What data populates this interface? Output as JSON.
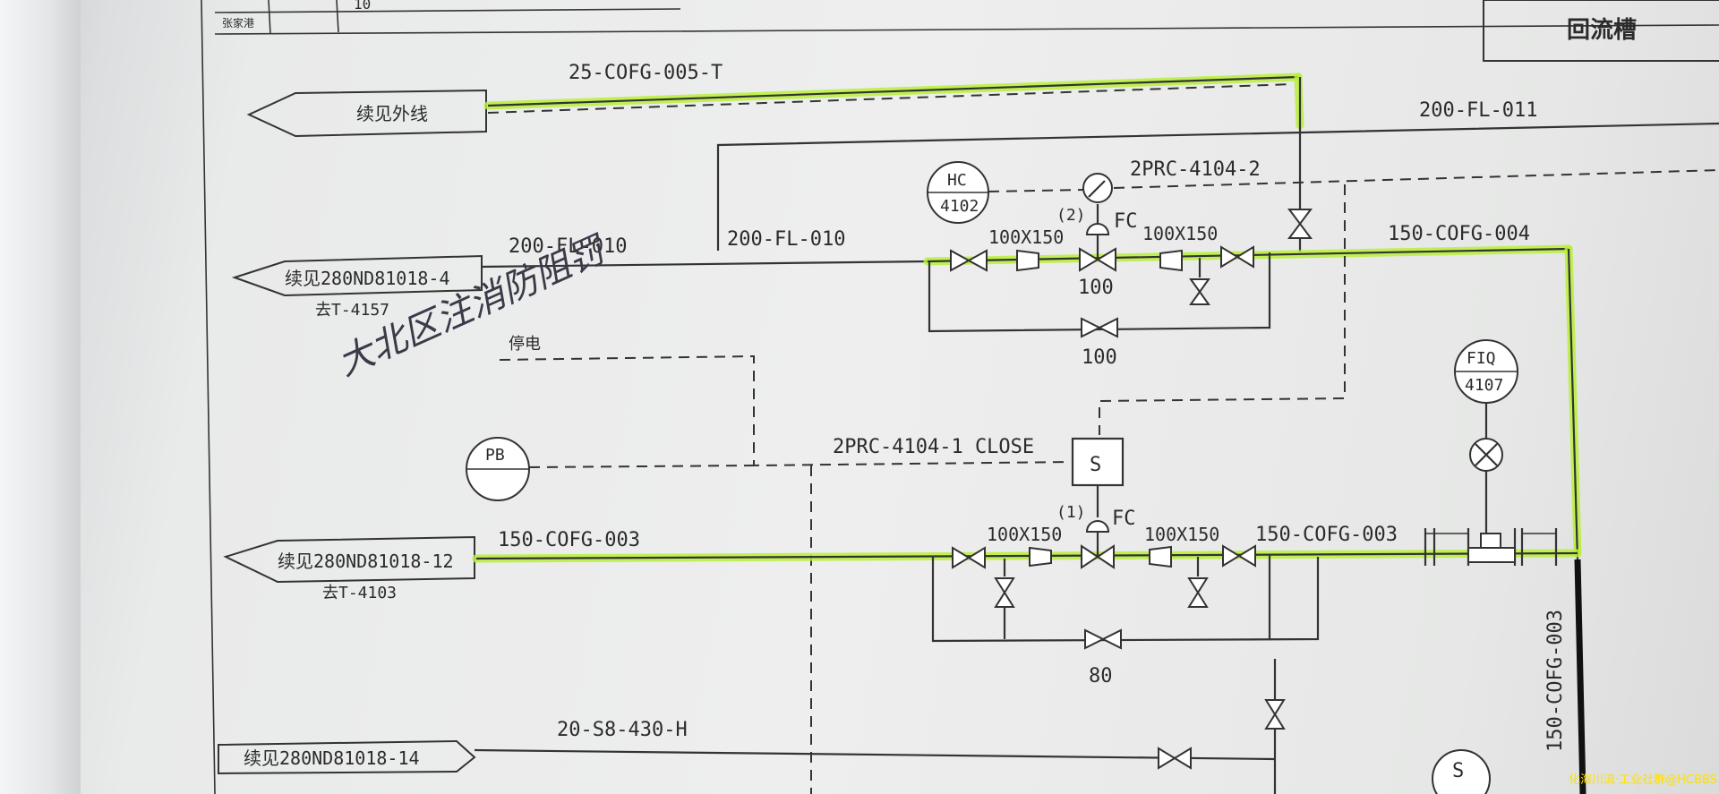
{
  "title_block": {
    "top_left_cell": "张家港",
    "top_text": "10",
    "right_cell": "回流槽"
  },
  "offpage_connectors": {
    "to_outside": "续见外线",
    "fl_010": "续见280ND81018-4",
    "fl_010_sub": "去T-4157",
    "cofg_003": "续见280ND81018-12",
    "cofg_003_sub": "去T-4103",
    "s8_430": "续见280ND81018-14"
  },
  "line_labels": {
    "cofg_005_t": "25-COFG-005-T",
    "fl_011": "200-FL-011",
    "prc_4104_2": "2PRC-4104-2",
    "fl_010_left": "200-FL-010",
    "fl_010_right": "200-FL-010",
    "cofg_004": "150-COFG-004",
    "power_off": "停电",
    "prc_4104_1": "2PRC-4104-1 CLOSE",
    "cofg_003_left": "150-COFG-003",
    "cofg_003_right": "150-COFG-003",
    "cofg_003_vertical": "150-COFG-003",
    "s8_430_h": "20-S8-430-H"
  },
  "instruments": {
    "hc_tag": "HC",
    "hc_num": "4102",
    "fiq_tag": "FIQ",
    "fiq_num": "4107",
    "pb": "PB",
    "solenoid": "S",
    "solenoid_bottom": "S"
  },
  "valve_labels": {
    "fc_top": "FC",
    "fc_top_num": "(2)",
    "fc_bottom": "FC",
    "fc_bottom_num": "(1)",
    "reducer_1": "100X150",
    "reducer_2": "100X150",
    "reducer_3": "100X150",
    "reducer_4": "100X150",
    "size_top_control": "100",
    "size_top_bypass": "100",
    "size_bottom_bypass": "80"
  },
  "handwriting": "大北区注消防阻罚",
  "watermark": "化海川流·工业社群@HCBBS",
  "colors": {
    "highlight": "#b8f03a",
    "line": "#333333",
    "paper": "#eeeeee"
  }
}
